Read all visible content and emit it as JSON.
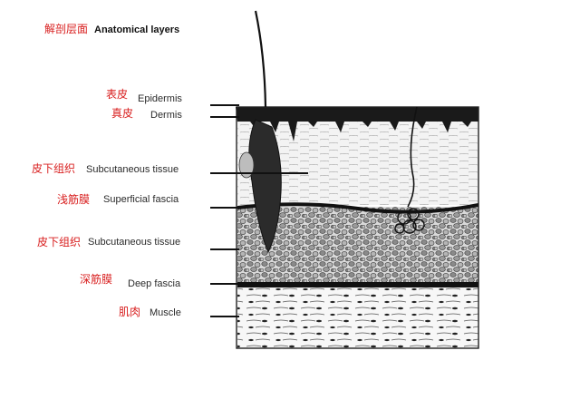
{
  "title": {
    "zh": "解剖层面",
    "en": "Anatomical layers"
  },
  "layers": [
    {
      "zh": "表皮",
      "en": "Epidermis"
    },
    {
      "zh": "真皮",
      "en": "Dermis"
    },
    {
      "zh": "皮下组织",
      "en": "Subcutaneous tissue"
    },
    {
      "zh": "浅筋膜",
      "en": "Superficial fascia"
    },
    {
      "zh": "皮下组织",
      "en": "Subcutaneous tissue"
    },
    {
      "zh": "深筋膜",
      "en": "Deep fascia"
    },
    {
      "zh": "肌肉",
      "en": "Muscle"
    }
  ],
  "colors": {
    "label_zh": "#d81e1e",
    "label_en": "#2a2a2a",
    "line": "#111111"
  }
}
